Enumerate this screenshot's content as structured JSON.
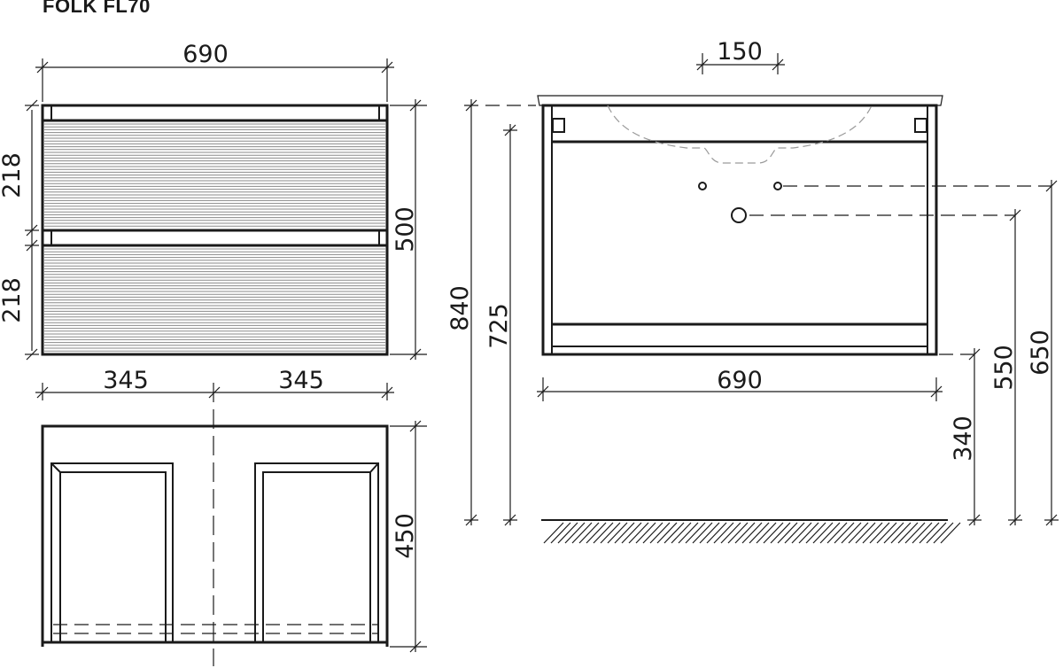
{
  "title": "FOLK FL70",
  "dimensions": {
    "front_width": "690",
    "front_height": "500",
    "drawer_top": "218",
    "drawer_bottom": "218",
    "half_left": "345",
    "half_right": "345",
    "depth": "450",
    "tap_spacing": "150",
    "total_height": "840",
    "body_top_height": "725",
    "side_width": "690",
    "floor_clearance": "340",
    "drain_height": "550",
    "supply_height": "650"
  }
}
